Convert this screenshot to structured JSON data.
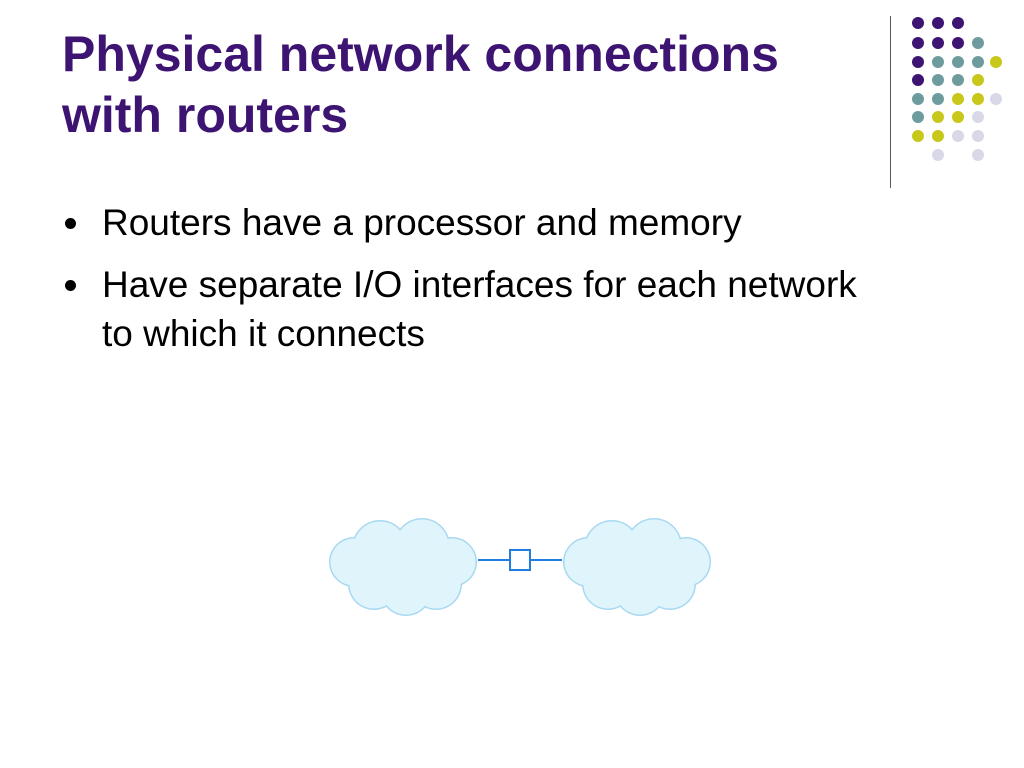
{
  "slide": {
    "title_lines": [
      "Physical network connections",
      "with routers"
    ],
    "bullets": [
      "Routers have a processor and memory",
      "Have separate I/O interfaces for each network to which it connects"
    ]
  },
  "diagram": {
    "elements": [
      {
        "name": "network-cloud-left",
        "icon": "cloud-icon"
      },
      {
        "name": "router",
        "icon": "router-box-icon"
      },
      {
        "name": "network-cloud-right",
        "icon": "cloud-icon"
      }
    ]
  },
  "colors": {
    "title": "#3d1472",
    "text": "#000000",
    "cloud_fill": "#dff4fb",
    "cloud_stroke": "#a9d9f2",
    "router_stroke": "#1e7fe0",
    "dot_purple": "#3d1472",
    "dot_teal": "#6e9c9e",
    "dot_yellow": "#c8c81a",
    "dot_lavender": "#d8d8e8"
  }
}
